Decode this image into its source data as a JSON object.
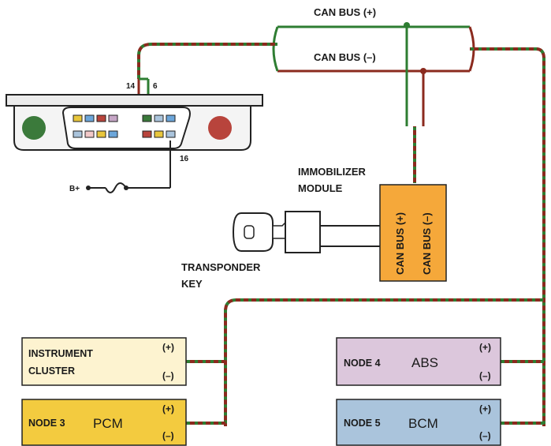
{
  "bus": {
    "can_bus_plus": "CAN BUS (+)",
    "can_bus_minus": "CAN BUS (–)"
  },
  "connector": {
    "pin14": "14",
    "pin6": "6",
    "pin16": "16",
    "battery": "B+"
  },
  "immobilizer": {
    "title_line1": "IMMOBILIZER",
    "title_line2": "MODULE",
    "can_plus": "CAN BUS (+)",
    "can_minus": "CAN BUS (–)"
  },
  "key": {
    "line1": "TRANSPONDER",
    "line2": "KEY"
  },
  "nodes": {
    "instrument": {
      "line1": "INSTRUMENT",
      "line2": "CLUSTER",
      "plus": "(+)",
      "minus": "(–)"
    },
    "pcm": {
      "node": "NODE 3",
      "name": "PCM",
      "plus": "(+)",
      "minus": "(–)"
    },
    "abs": {
      "node": "NODE 4",
      "name": "ABS",
      "plus": "(+)",
      "minus": "(–)"
    },
    "bcm": {
      "node": "NODE 5",
      "name": "BCM",
      "plus": "(+)",
      "minus": "(–)"
    }
  },
  "colors": {
    "wire_green": "#2e7d32",
    "wire_red": "#8b2a1e",
    "immobilizer_fill": "#f5a83a",
    "instrument_fill": "#fdf3d0",
    "pcm_fill": "#f3cb3f",
    "abs_fill": "#dcc7dc",
    "bcm_fill": "#aac4dc"
  }
}
